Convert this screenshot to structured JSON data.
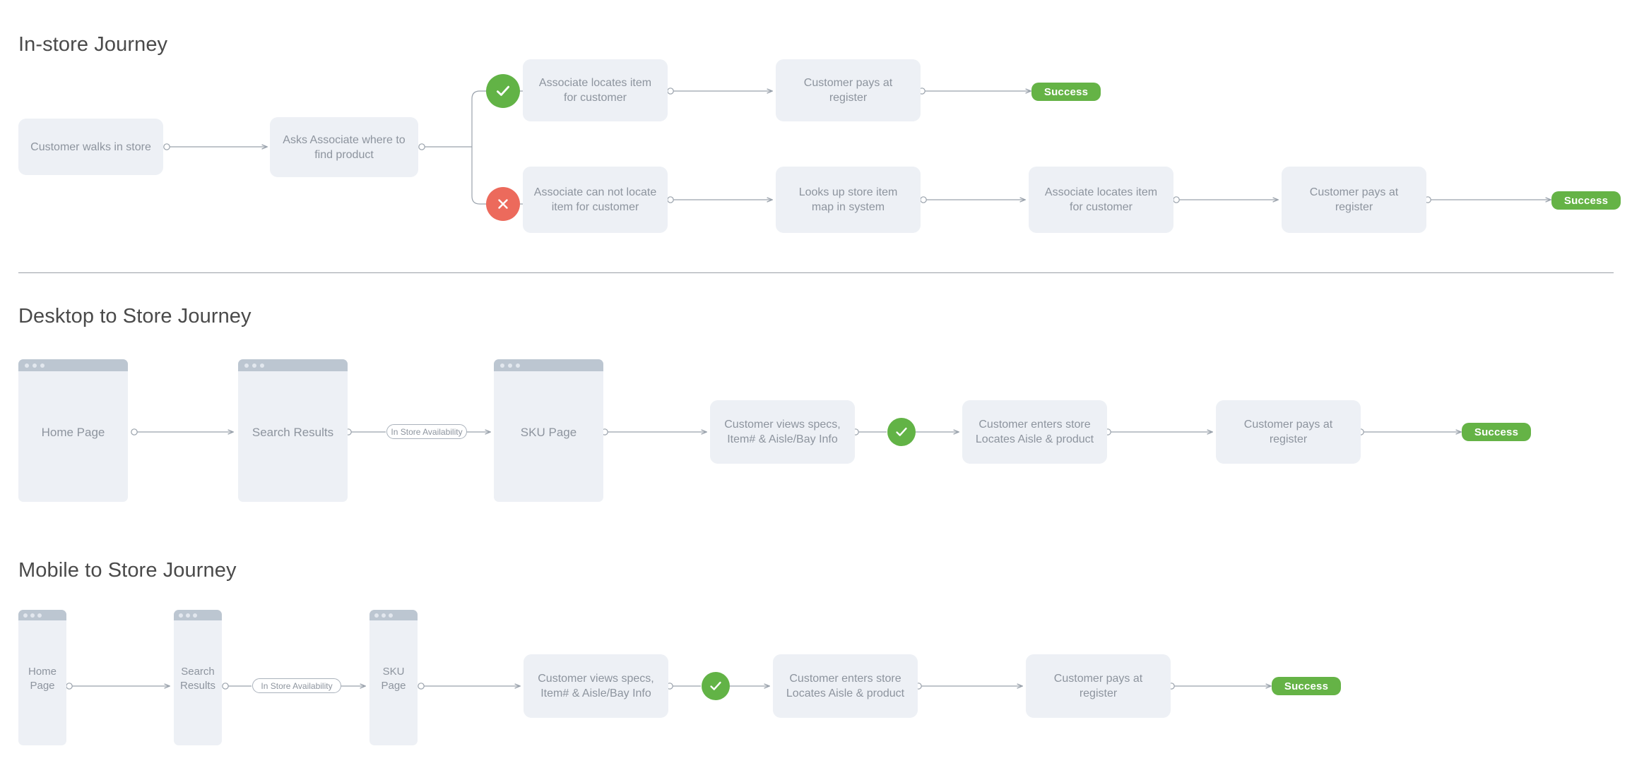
{
  "sections": [
    {
      "id": "in-store",
      "title": "In-store Journey",
      "nodes": [
        {
          "id": "n1",
          "label": "Customer walks in store"
        },
        {
          "id": "n2",
          "label": "Asks Associate where to\nfind product"
        },
        {
          "id": "n3",
          "label": "Associate locates item\nfor customer"
        },
        {
          "id": "n4",
          "label": "Customer pays at\nregister"
        },
        {
          "id": "n5",
          "label": "Associate can not  locate\nitem for customer"
        },
        {
          "id": "n6",
          "label": "Looks up store item\nmap in system"
        },
        {
          "id": "n7",
          "label": "Associate locates item\nfor customer"
        },
        {
          "id": "n8",
          "label": "Customer pays at\nregister"
        }
      ],
      "badges": [
        {
          "id": "b1",
          "label": "Success"
        },
        {
          "id": "b2",
          "label": "Success"
        }
      ],
      "status": [
        {
          "id": "s1",
          "kind": "check"
        },
        {
          "id": "s2",
          "kind": "cross"
        }
      ]
    },
    {
      "id": "desktop",
      "title": "Desktop to Store Journey",
      "devices": [
        {
          "id": "d1",
          "label": "Home Page"
        },
        {
          "id": "d2",
          "label": "Search Results"
        },
        {
          "id": "d3",
          "label": "SKU Page"
        }
      ],
      "nodes": [
        {
          "id": "dn1",
          "label": "Customer views specs,\nItem# & Aisle/Bay Info"
        },
        {
          "id": "dn2",
          "label": "Customer enters store\nLocates Aisle & product"
        },
        {
          "id": "dn3",
          "label": "Customer pays at\nregister"
        }
      ],
      "pills": [
        {
          "id": "dp1",
          "label": "In Store Availability"
        }
      ],
      "badges": [
        {
          "id": "db1",
          "label": "Success"
        }
      ],
      "status": [
        {
          "id": "ds1",
          "kind": "check"
        }
      ]
    },
    {
      "id": "mobile",
      "title": "Mobile to Store Journey",
      "devices": [
        {
          "id": "m1",
          "label": "Home\nPage"
        },
        {
          "id": "m2",
          "label": "Search\nResults"
        },
        {
          "id": "m3",
          "label": "SKU\nPage"
        }
      ],
      "nodes": [
        {
          "id": "mn1",
          "label": "Customer views specs,\nItem# & Aisle/Bay Info"
        },
        {
          "id": "mn2",
          "label": "Customer enters store\nLocates Aisle & product"
        },
        {
          "id": "mn3",
          "label": "Customer pays at\nregister"
        }
      ],
      "pills": [
        {
          "id": "mp1",
          "label": "In Store Availability"
        }
      ],
      "badges": [
        {
          "id": "mb1",
          "label": "Success"
        }
      ],
      "status": [
        {
          "id": "ms1",
          "kind": "check"
        }
      ]
    }
  ],
  "colors": {
    "node_fill": "#edf0f5",
    "node_text": "#8d949e",
    "success_green": "#65b346",
    "fail_red": "#ec6a5c",
    "titlebar": "#bcc6d1",
    "connector": "#9aa2ac",
    "heading": "#4a4a4a"
  }
}
